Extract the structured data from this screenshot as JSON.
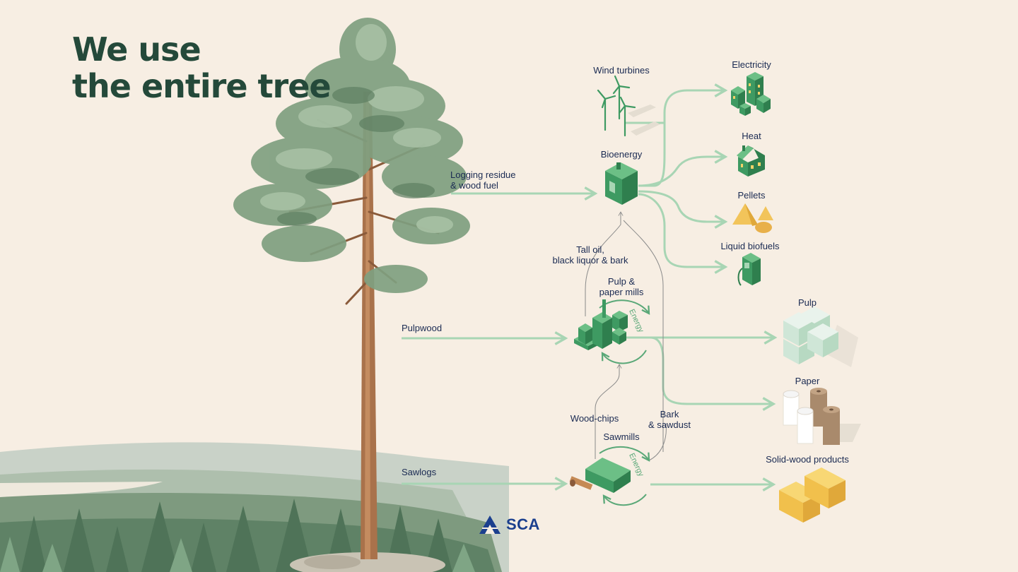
{
  "title": {
    "line1": "We use",
    "line2": "the entire tree"
  },
  "inputs": {
    "logging_residue": [
      "Logging residue",
      "& wood fuel"
    ],
    "pulpwood": "Pulpwood",
    "sawlogs": "Sawlogs"
  },
  "processes": {
    "bioenergy": "Bioenergy",
    "wind_turbines": "Wind turbines",
    "pulp_paper_mills": [
      "Pulp &",
      "paper mills"
    ],
    "sawmills": "Sawmills"
  },
  "flows": {
    "tall_oil": [
      "Tall oil,",
      "black liquor & bark"
    ],
    "wood_chips": "Wood-chips",
    "bark_sawdust": [
      "Bark",
      "& sawdust"
    ],
    "energy_loop": "Energy"
  },
  "products": {
    "electricity": "Electricity",
    "heat": "Heat",
    "pellets": "Pellets",
    "liquid_biofuels": "Liquid biofuels",
    "pulp": "Pulp",
    "paper": "Paper",
    "solid_wood": "Solid-wood products"
  },
  "brand": {
    "name": "SCA",
    "color": "#1b3f8e"
  },
  "colors": {
    "background": "#f7eee3",
    "flow": "#a8d5b4",
    "title": "#24493a",
    "label": "#1a2a52",
    "building": "#3e9a62"
  }
}
